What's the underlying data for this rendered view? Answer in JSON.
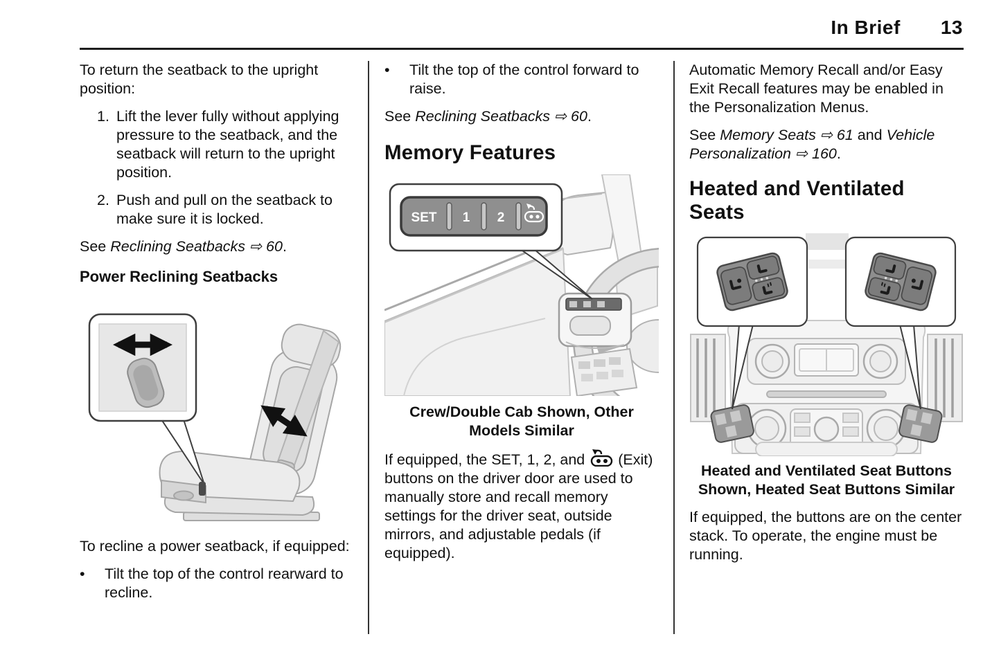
{
  "header": {
    "section_title": "In Brief",
    "page_number": "13"
  },
  "column1": {
    "intro": "To return the seatback to the upright position:",
    "steps": [
      {
        "marker": "1.",
        "text": "Lift the lever fully without applying pressure to the seatback, and the seatback will return to the upright position."
      },
      {
        "marker": "2.",
        "text": "Push and pull on the seatback to make sure it is locked."
      }
    ],
    "see_ref": {
      "prefix": "See",
      "link": "Reclining Seatbacks",
      "arrow": "⇨",
      "page": "60",
      "suffix": "."
    },
    "subheading": "Power Reclining Seatbacks",
    "outro": "To recline a power seatback, if equipped:",
    "bullet": {
      "marker": "•",
      "text": "Tilt the top of the control rearward to recline."
    }
  },
  "column2": {
    "bullet": {
      "marker": "•",
      "text": "Tilt the top of the control forward to raise."
    },
    "see_ref": {
      "prefix": "See",
      "link": "Reclining Seatbacks",
      "arrow": "⇨",
      "page": "60",
      "suffix": "."
    },
    "heading": "Memory Features",
    "illustration": {
      "buttons": [
        "SET",
        "1",
        "2"
      ],
      "exit_button_icon": "exit-seat-icon"
    },
    "caption": "Crew/Double Cab Shown, Other Models Similar",
    "paragraph": {
      "before_icon": "If equipped, the SET, 1, 2, and",
      "after_icon": "(Exit) buttons on the driver door are used to manually store and recall memory settings for the driver seat, outside mirrors, and adjustable pedals (if equipped)."
    }
  },
  "column3": {
    "paragraph1": "Automatic Memory Recall and/or Easy Exit Recall features may be enabled in the Personalization Menus.",
    "see_ref": {
      "prefix": "See",
      "link1": "Memory Seats",
      "arrow1": "⇨",
      "page1": "61",
      "mid": "and",
      "link2": "Vehicle Personalization",
      "arrow2": "⇨",
      "page2": "160",
      "suffix": "."
    },
    "heading": "Heated and Ventilated Seats",
    "caption": "Heated and Ventilated Seat Buttons Shown, Heated Seat Buttons Similar",
    "paragraph2": "If equipped, the buttons are on the center stack. To operate, the engine must be running."
  },
  "colors": {
    "text": "#111111",
    "rule": "#1d1d1d",
    "illustration_dark": "#8e8e8e",
    "callout_border": "#3f3f3f"
  }
}
